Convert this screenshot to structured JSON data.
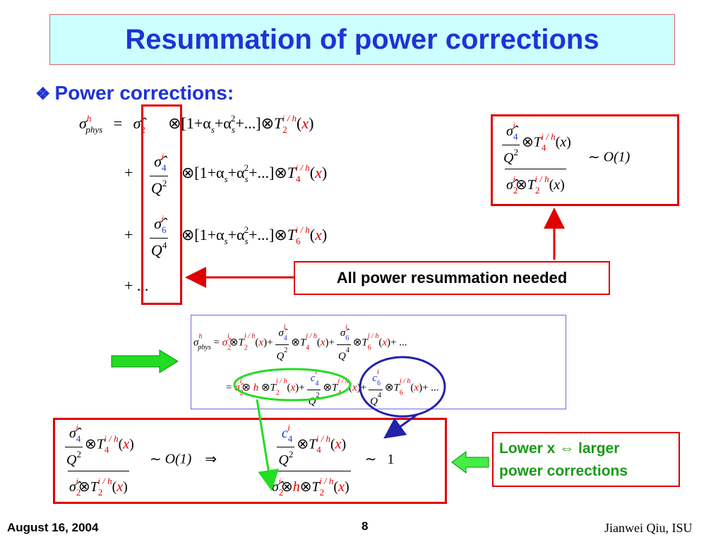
{
  "slide": {
    "title": "Resummation of power corrections",
    "bullet_symbol": "❖",
    "bullet_text": "Power corrections:",
    "label_resummation": "All power resummation needed",
    "label_lower_x_line1": "Lower x ⇔ larger",
    "label_lower_x_line2": "power corrections",
    "footer_date": "August 16, 2004",
    "footer_page": "8",
    "footer_author": "Jianwei Qiu, ISU"
  },
  "colors": {
    "title_blue": "#1f33d6",
    "title_bg": "#ccffff",
    "box_red": "#e00000",
    "arrow_green": "#22dd22",
    "ellipse_navy": "#2222aa",
    "frame_blue": "#6a6ae0"
  },
  "math": {
    "sigma": "σ",
    "h": "h",
    "phys": "phys",
    "eq": "=",
    "plus": "+",
    "dots": "+ ...",
    "i": "i",
    "ih": "i / h",
    "two": "2",
    "four": "4",
    "six": "6",
    "Q": "Q",
    "T": "T",
    "otimes": "⊗",
    "bracket_series": "[1+α",
    "s": "s",
    "plus_alpha": "+α",
    "bracket_tail": "+...]",
    "x": "x",
    "O1": "O(1)",
    "c": "c",
    "implies": "⇒",
    "one": "1",
    "approx": "∼",
    "trailing": "+ ..."
  }
}
